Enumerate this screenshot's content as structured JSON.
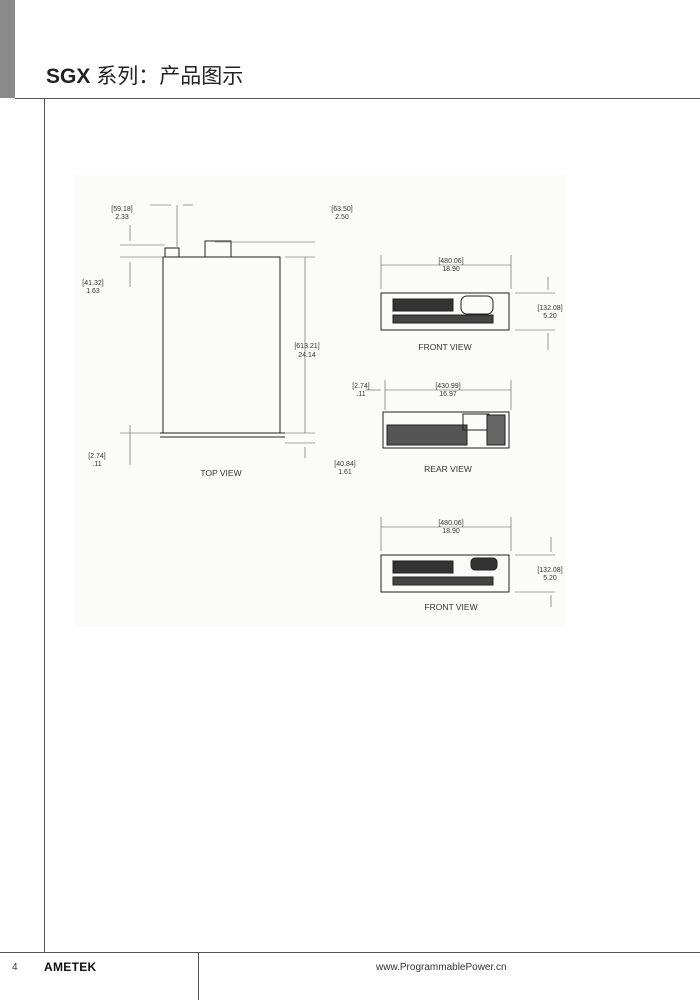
{
  "header": {
    "title_bold": "SGX",
    "title_rest": " 系列：产品图示"
  },
  "drawing": {
    "top_view": {
      "label": "TOP VIEW",
      "dims": [
        {
          "mm": "[59.18]",
          "in": "2.33"
        },
        {
          "mm": "[63.50]",
          "in": "2.50"
        },
        {
          "mm": "[41.32]",
          "in": "1.63"
        },
        {
          "mm": "[613.21]",
          "in": "24.14"
        },
        {
          "mm": "[2.74]",
          "in": ".11"
        },
        {
          "mm": "[40.84]",
          "in": "1.61"
        }
      ]
    },
    "front_view_1": {
      "label": "FRONT VIEW",
      "width": {
        "mm": "[480.06]",
        "in": "18.90"
      },
      "height": {
        "mm": "[132.08]",
        "in": "5.20"
      }
    },
    "rear_view": {
      "label": "REAR VIEW",
      "width": {
        "mm": "[430.99]",
        "in": "16.97"
      },
      "offset": {
        "mm": "[2.74]",
        "in": ".11"
      }
    },
    "front_view_2": {
      "label": "FRONT VIEW",
      "width": {
        "mm": "[480.06]",
        "in": "18.90"
      },
      "height": {
        "mm": "[132.08]",
        "in": "5.20"
      }
    }
  },
  "footer": {
    "page_number": "4",
    "logo": "AMETEK",
    "url": "www.ProgrammablePower.cn"
  }
}
